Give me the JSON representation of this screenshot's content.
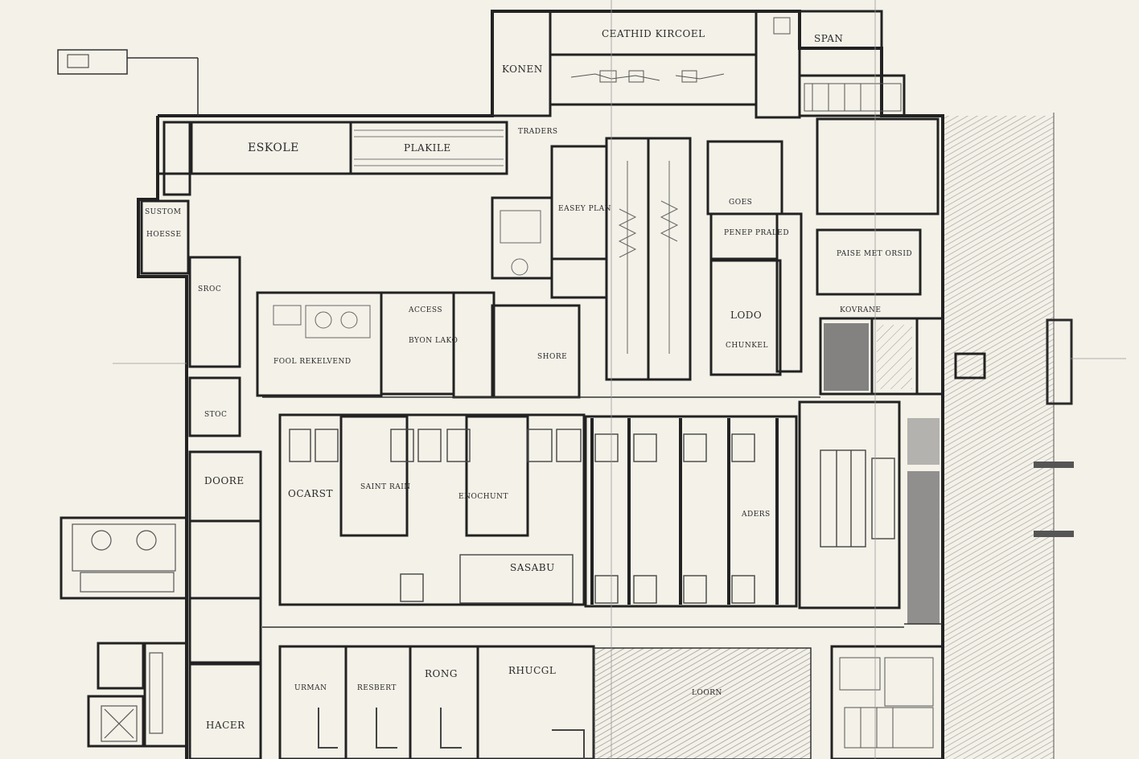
{
  "plan": {
    "colors": {
      "paper": "#f4f1e8",
      "ink": "#1e1e1e",
      "wall": "#2b2b2b",
      "hatch": "#7a7a7a",
      "dark_fill": "#6a6a6a"
    },
    "labels": {
      "centro_kircoel": "CEATHID KIRCOEL",
      "kohen": "KONEN",
      "span": "SPAN",
      "eskole": "ESKOLE",
      "plakile": "PLAKILE",
      "traders": "TRADERS",
      "sustom": "SUSTOM",
      "hoesse": "HOESSE",
      "easy_plan": "EASEY PLAN",
      "goes": "GOES",
      "pener_fraled": "PENEP PRALED",
      "paise_met_orsid": "PAISE MET ORSID",
      "lodo": "LODO",
      "chunkel": "CHUNKEL",
      "kovrane": "KOVRANE",
      "access": "ACCESS",
      "byon_lako": "BYON LAKO",
      "shore": "SHORE",
      "fool_rekelvend": "FOOL REKELVEND",
      "sroc": "SROC",
      "stoc": "STOC",
      "occast": "OCARST",
      "saint_rain": "SAINT RAIN",
      "enochunt": "ENOCHUNT",
      "aders": "ADERS",
      "doore": "DOORE",
      "sasabu": "SASABU",
      "urman": "URMAN",
      "resbert": "RESBERT",
      "rong": "RONG",
      "rhugel": "RHUCGL",
      "hacer": "HACER",
      "loorn": "LOORN"
    }
  }
}
